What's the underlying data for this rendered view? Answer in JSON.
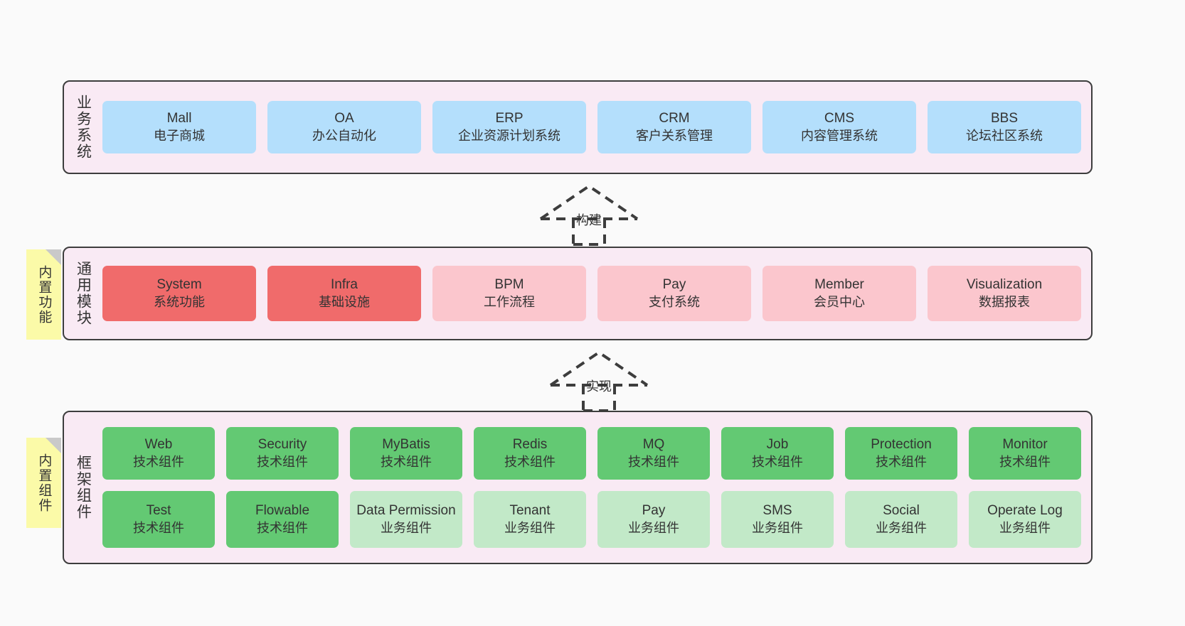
{
  "diagram": {
    "type": "layered-architecture",
    "background_color": "#fafafa",
    "layer_fill_color": "#f9eaf4",
    "layer_border_color": "#3d3d3d",
    "note_color": "#fbfaa8"
  },
  "layers": [
    {
      "id": "business-system",
      "title": "业务系统",
      "cards": [
        {
          "title": "Mall",
          "subtitle": "电子商城",
          "color": "#b4dffc"
        },
        {
          "title": "OA",
          "subtitle": "办公自动化",
          "color": "#b4dffc"
        },
        {
          "title": "ERP",
          "subtitle": "企业资源计划系统",
          "color": "#b4dffc"
        },
        {
          "title": "CRM",
          "subtitle": "客户关系管理",
          "color": "#b4dffc"
        },
        {
          "title": "CMS",
          "subtitle": "内容管理系统",
          "color": "#b4dffc"
        },
        {
          "title": "BBS",
          "subtitle": "论坛社区系统",
          "color": "#b4dffc"
        }
      ]
    },
    {
      "id": "common-module",
      "title": "通用模块",
      "note": "内置功能",
      "cards": [
        {
          "title": "System",
          "subtitle": "系统功能",
          "color": "#f06b6b"
        },
        {
          "title": "Infra",
          "subtitle": "基础设施",
          "color": "#f06b6b"
        },
        {
          "title": "BPM",
          "subtitle": "工作流程",
          "color": "#fbc6cd"
        },
        {
          "title": "Pay",
          "subtitle": "支付系统",
          "color": "#fbc6cd"
        },
        {
          "title": "Member",
          "subtitle": "会员中心",
          "color": "#fbc6cd"
        },
        {
          "title": "Visualization",
          "subtitle": "数据报表",
          "color": "#fbc6cd"
        }
      ]
    },
    {
      "id": "framework-component",
      "title": "框架组件",
      "note": "内置组件",
      "row1": [
        {
          "title": "Web",
          "subtitle": "技术组件",
          "color": "#63c973"
        },
        {
          "title": "Security",
          "subtitle": "技术组件",
          "color": "#63c973"
        },
        {
          "title": "MyBatis",
          "subtitle": "技术组件",
          "color": "#63c973"
        },
        {
          "title": "Redis",
          "subtitle": "技术组件",
          "color": "#63c973"
        },
        {
          "title": "MQ",
          "subtitle": "技术组件",
          "color": "#63c973"
        },
        {
          "title": "Job",
          "subtitle": "技术组件",
          "color": "#63c973"
        },
        {
          "title": "Protection",
          "subtitle": "技术组件",
          "color": "#63c973"
        },
        {
          "title": "Monitor",
          "subtitle": "技术组件",
          "color": "#63c973"
        }
      ],
      "row2": [
        {
          "title": "Test",
          "subtitle": "技术组件",
          "color": "#63c973"
        },
        {
          "title": "Flowable",
          "subtitle": "技术组件",
          "color": "#63c973"
        },
        {
          "title": "Data Permission",
          "subtitle": "业务组件",
          "color": "#c2e9c8"
        },
        {
          "title": "Tenant",
          "subtitle": "业务组件",
          "color": "#c2e9c8"
        },
        {
          "title": "Pay",
          "subtitle": "业务组件",
          "color": "#c2e9c8"
        },
        {
          "title": "SMS",
          "subtitle": "业务组件",
          "color": "#c2e9c8"
        },
        {
          "title": "Social",
          "subtitle": "业务组件",
          "color": "#c2e9c8"
        },
        {
          "title": "Operate Log",
          "subtitle": "业务组件",
          "color": "#c2e9c8"
        }
      ]
    }
  ],
  "connectors": [
    {
      "id": "build",
      "label": "构建",
      "style": "dashed-generalization",
      "direction": "up"
    },
    {
      "id": "implement",
      "label": "实现",
      "style": "dashed-generalization",
      "direction": "up"
    }
  ]
}
